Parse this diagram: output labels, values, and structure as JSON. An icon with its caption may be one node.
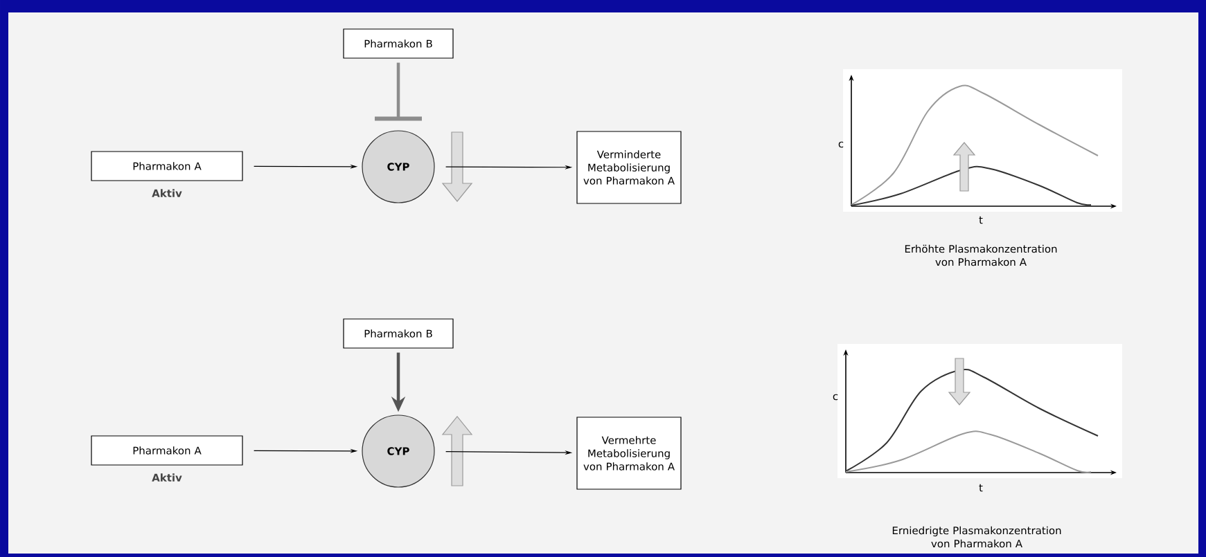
{
  "diagram": {
    "nodes": [
      {
        "text": [
          "Pharmakon B"
        ]
      },
      {
        "text": [
          "Pharmakon A"
        ],
        "beside": [
          "Aktiv"
        ]
      },
      {
        "text": [
          "CYP"
        ]
      },
      {
        "text": [
          "Verminderte Metabolisierung von Pharmakon A"
        ]
      },
      {
        "text": [
          "Pharmakon B"
        ]
      },
      {
        "text": [
          "Pharmakon A"
        ],
        "beside": [
          "Aktiv"
        ]
      },
      {
        "text": [
          "CYP"
        ]
      },
      {
        "text": [
          "Vermehrte Metabolisierung von Pharmakon A"
        ]
      }
    ],
    "edges": [
      {
        "from": 0,
        "to": 2,
        "arrow": "other",
        "style": "thick",
        "color": "#8c8c8c"
      },
      {
        "from": 1,
        "to": 2,
        "arrow": "to"
      },
      {
        "from": 2,
        "to": 3,
        "arrow": "to"
      },
      {
        "from": 4,
        "to": 6,
        "arrow": "to",
        "style": "thick",
        "color": "#555555"
      },
      {
        "from": 5,
        "to": 6,
        "arrow": "to"
      },
      {
        "from": 6,
        "to": 7,
        "arrow": "to"
      }
    ],
    "labels": [
      "c",
      "t",
      "Erhöhte Plasmakonzentration von Pharmakon A",
      "c",
      "t",
      "Erniedrigte Plasmakonzentration von Pharmakon A"
    ]
  }
}
